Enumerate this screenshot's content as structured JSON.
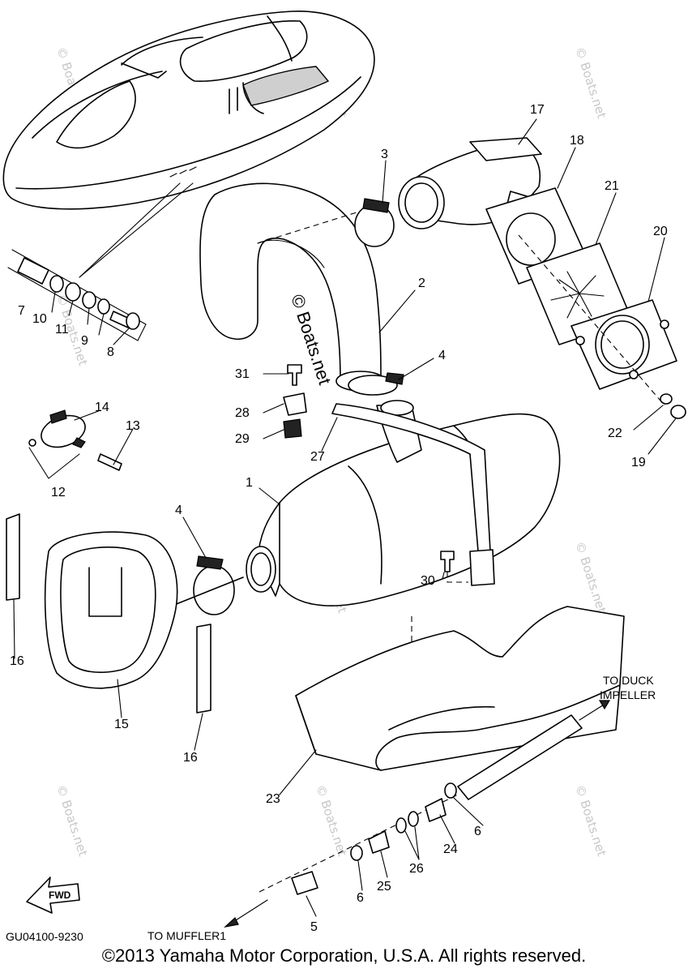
{
  "callouts": [
    "1",
    "2",
    "3",
    "4",
    "4",
    "5",
    "6",
    "6",
    "7",
    "8",
    "9",
    "10",
    "11",
    "12",
    "13",
    "14",
    "15",
    "16",
    "16",
    "17",
    "18",
    "19",
    "20",
    "21",
    "22",
    "23",
    "24",
    "25",
    "26",
    "27",
    "28",
    "29",
    "30",
    "31"
  ],
  "notes": {
    "to_duck_impeller_1": "TO DUCK",
    "to_duck_impeller_2": "IMPELLER",
    "to_muffler": "TO MUFFLER1",
    "fwd": "FWD"
  },
  "catalog_code": "GU04100-9230",
  "watermark": "© Boats.net",
  "copyright": "©2013 Yamaha Motor Corporation, U.S.A. All rights reserved."
}
